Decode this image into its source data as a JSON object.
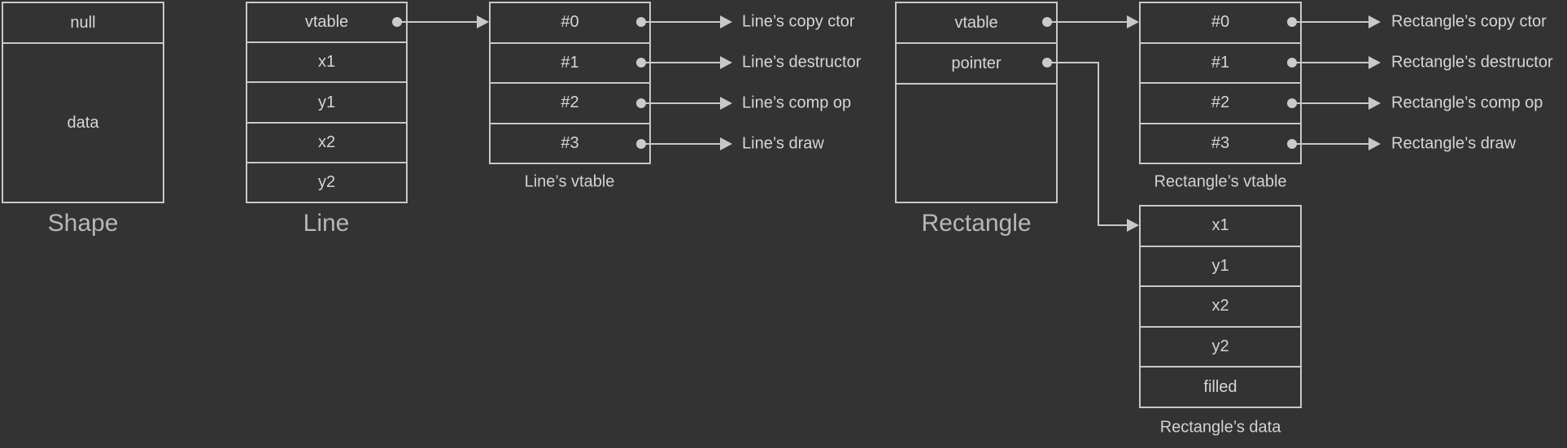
{
  "shape": {
    "label": "Shape",
    "cells": [
      "null",
      "data"
    ]
  },
  "line": {
    "label": "Line",
    "cells": [
      "vtable",
      "x1",
      "y1",
      "x2",
      "y2"
    ]
  },
  "lineVtable": {
    "caption": "Line’s vtable",
    "cells": [
      "#0",
      "#1",
      "#2",
      "#3"
    ],
    "targets": [
      "Line’s copy ctor",
      "Line’s destructor",
      "Line’s comp op",
      "Line’s draw"
    ]
  },
  "rect": {
    "label": "Rectangle",
    "cells": [
      "vtable",
      "pointer",
      ""
    ]
  },
  "rectVtable": {
    "caption": "Rectangle’s vtable",
    "cells": [
      "#0",
      "#1",
      "#2",
      "#3"
    ],
    "targets": [
      "Rectangle’s copy ctor",
      "Rectangle’s destructor",
      "Rectangle’s comp op",
      "Rectangle’s draw"
    ]
  },
  "rectData": {
    "caption": "Rectangle’s data",
    "cells": [
      "x1",
      "y1",
      "x2",
      "y2",
      "filled"
    ]
  },
  "colors": {
    "background": "#333333",
    "stroke": "#c8c8c8",
    "cell_text": "#d6d6d6",
    "caption_text": "#d2d2d2",
    "title_text": "#b5b8b8"
  }
}
